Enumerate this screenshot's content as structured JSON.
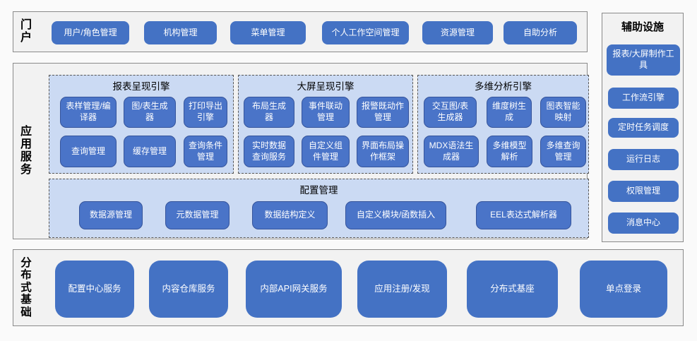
{
  "diagram": {
    "portal": {
      "label": "门户",
      "buttons": [
        "用户/角色管理",
        "机构管理",
        "菜单管理",
        "个人工作空间管理",
        "资源管理",
        "自助分析"
      ]
    },
    "app": {
      "label": "应用服务",
      "engines": [
        {
          "title": "报表呈现引擎",
          "buttons": [
            "表样管理/编译器",
            "图/表生成器",
            "打印导出引擎",
            "查询管理",
            "缓存管理",
            "查询条件管理"
          ]
        },
        {
          "title": "大屏呈现引擎",
          "buttons": [
            "布局生成器",
            "事件联动管理",
            "报警既动作管理",
            "实时数据查询服务",
            "自定义组件管理",
            "界面布局操作框架"
          ]
        },
        {
          "title": "多维分析引擎",
          "buttons": [
            "交互图/表生成器",
            "维度树生成",
            "图表智能映射",
            "MDX语法生成器",
            "多维模型解析",
            "多维查询管理"
          ]
        }
      ],
      "config": {
        "title": "配置管理",
        "buttons": [
          "数据源管理",
          "元数据管理",
          "数据结构定义",
          "自定义模块/函数插入",
          "EEL表达式解析器"
        ]
      }
    },
    "base": {
      "label": "分布式基础",
      "buttons": [
        "配置中心服务",
        "内容仓库服务",
        "内部API网关服务",
        "应用注册/发现",
        "分布式基座",
        "单点登录"
      ]
    },
    "aux": {
      "title": "辅助设施",
      "buttons": [
        "报表/大屏制作工具",
        "工作流引擎",
        "定时任务调度",
        "运行日志",
        "权限管理",
        "消息中心"
      ]
    }
  },
  "colors": {
    "button_blue": "#4472C4",
    "inner_button_blue": "#4A74C8",
    "panel_blue": "#CBDAF3",
    "section_gray": "#F2F2F2",
    "dashed_border": "#555555"
  }
}
